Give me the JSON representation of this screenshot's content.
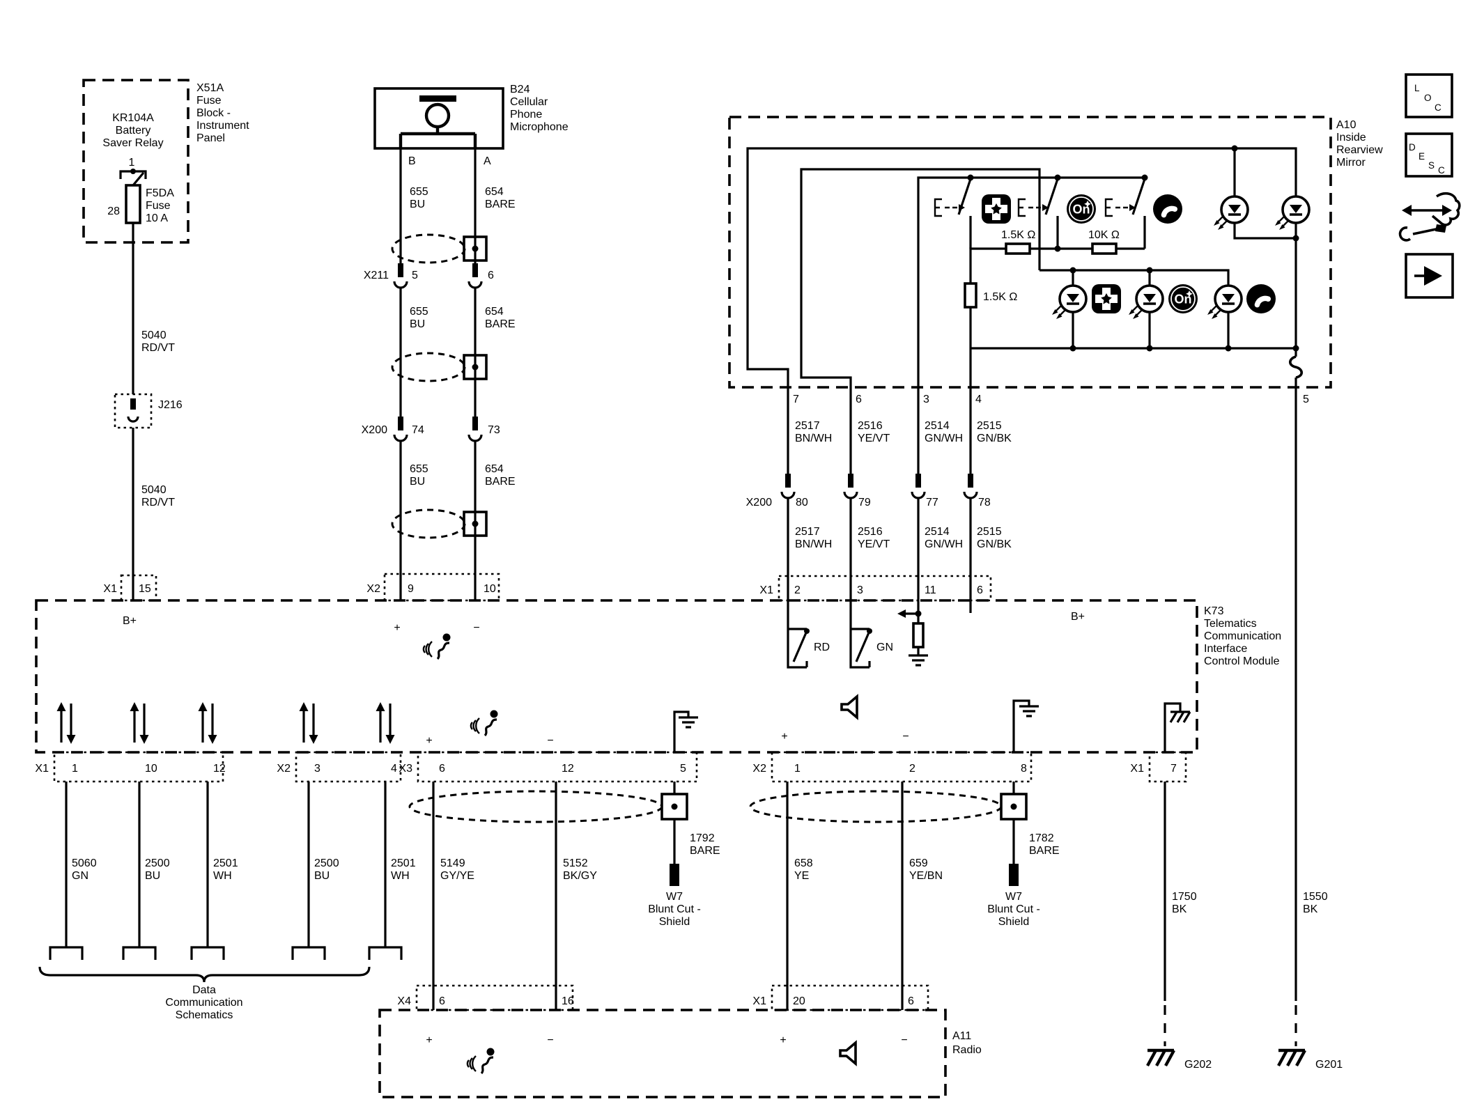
{
  "palette": {
    "ink": "#000000",
    "paper": "#ffffff"
  },
  "sym": {
    "plus": "+",
    "minus": "−"
  },
  "fuse_block": {
    "conn": "X51A",
    "name": [
      "Fuse",
      "Block -",
      "Instrument",
      "Panel"
    ],
    "relay_id": "KR104A",
    "relay_name": [
      "Battery",
      "Saver Relay"
    ],
    "relay_pin_top": "1",
    "relay_pin_bottom": "28",
    "fuse_id": "F5DA",
    "fuse_word": "Fuse",
    "fuse_rating": "10 A"
  },
  "power_wire": {
    "circuit": "5040",
    "color": "RD/VT"
  },
  "j216": "J216",
  "k73_x1_power": {
    "conn": "X1",
    "pin": "15",
    "net": "B+"
  },
  "mic": {
    "id": "B24",
    "name": [
      "Cellular",
      "Phone",
      "Microphone"
    ],
    "pin_b": "B",
    "pin_a": "A",
    "wire_b": {
      "circuit": "655",
      "color": "BU"
    },
    "wire_a": {
      "circuit": "654",
      "color": "BARE"
    }
  },
  "x211": {
    "label": "X211",
    "pin_b": "5",
    "pin_a": "6"
  },
  "x200_mic": {
    "label": "X200",
    "pin_b": "74",
    "pin_a": "73"
  },
  "k73_x2_mic": {
    "conn": "X2",
    "pin_plus": "9",
    "pin_minus": "10"
  },
  "mirror": {
    "id": "A10",
    "name": [
      "Inside",
      "Rearview",
      "Mirror"
    ],
    "r_ladder1": "1.5K Ω",
    "r_ladder2": "10K Ω",
    "r_led": "1.5K Ω",
    "pins": {
      "p7": "7",
      "p6": "6",
      "p3": "3",
      "p4": "4",
      "p5": "5"
    },
    "onstar_text": "On"
  },
  "mirror_wires": [
    {
      "circuit": "2517",
      "color": "BN/WH"
    },
    {
      "circuit": "2516",
      "color": "YE/VT"
    },
    {
      "circuit": "2514",
      "color": "GN/WH"
    },
    {
      "circuit": "2515",
      "color": "GN/BK"
    }
  ],
  "x200_main": {
    "label": "X200",
    "pins": [
      "80",
      "79",
      "77",
      "78"
    ]
  },
  "k73": {
    "id": "K73",
    "name": [
      "Telematics",
      "Communication",
      "Interface",
      "Control Module"
    ],
    "x1_mirror": {
      "conn": "X1",
      "pins": [
        "2",
        "3",
        "11",
        "6"
      ],
      "net": "B+",
      "drv_red": "RD",
      "drv_green": "GN"
    },
    "x1_data": {
      "conn": "X1",
      "pins": [
        "1",
        "10",
        "12"
      ]
    },
    "x2_data": {
      "conn": "X2",
      "pins": [
        "3",
        "4"
      ]
    },
    "x3_audio": {
      "conn": "X3",
      "pins": [
        "6",
        "12",
        "5"
      ]
    },
    "x2_audio": {
      "conn": "X2",
      "pins": [
        "1",
        "2",
        "8"
      ]
    },
    "x1_ground": {
      "conn": "X1",
      "pin": "7"
    }
  },
  "data_bus": {
    "wires": [
      {
        "circuit": "5060",
        "color": "GN"
      },
      {
        "circuit": "2500",
        "color": "BU"
      },
      {
        "circuit": "2501",
        "color": "WH"
      },
      {
        "circuit": "2500",
        "color": "BU"
      },
      {
        "circuit": "2501",
        "color": "WH"
      }
    ],
    "caption": [
      "Data",
      "Communication",
      "Schematics"
    ]
  },
  "mic_audio_pair": {
    "wires": [
      {
        "circuit": "5149",
        "color": "GY/YE"
      },
      {
        "circuit": "5152",
        "color": "BK/GY"
      }
    ],
    "shield": {
      "circuit": "1792",
      "color": "BARE"
    },
    "blunt": [
      "W7",
      "Blunt Cut -",
      "Shield"
    ]
  },
  "speaker_pair": {
    "wires": [
      {
        "circuit": "658",
        "color": "YE"
      },
      {
        "circuit": "659",
        "color": "YE/BN"
      }
    ],
    "shield": {
      "circuit": "1782",
      "color": "BARE"
    },
    "blunt": [
      "W7",
      "Blunt Cut -",
      "Shield"
    ]
  },
  "radio": {
    "id": "A11",
    "name": "Radio",
    "x4": {
      "conn": "X4",
      "pins": [
        "6",
        "16"
      ]
    },
    "x1": {
      "conn": "X1",
      "pins": [
        "20",
        "6"
      ]
    }
  },
  "grounds": [
    {
      "wire": {
        "circuit": "1750",
        "color": "BK"
      },
      "id": "G202"
    },
    {
      "wire": {
        "circuit": "1550",
        "color": "BK"
      },
      "id": "G201"
    }
  ],
  "nav": {
    "loc": [
      "L",
      "O",
      "C"
    ],
    "desc": [
      "D",
      "E",
      "S",
      "C"
    ]
  }
}
